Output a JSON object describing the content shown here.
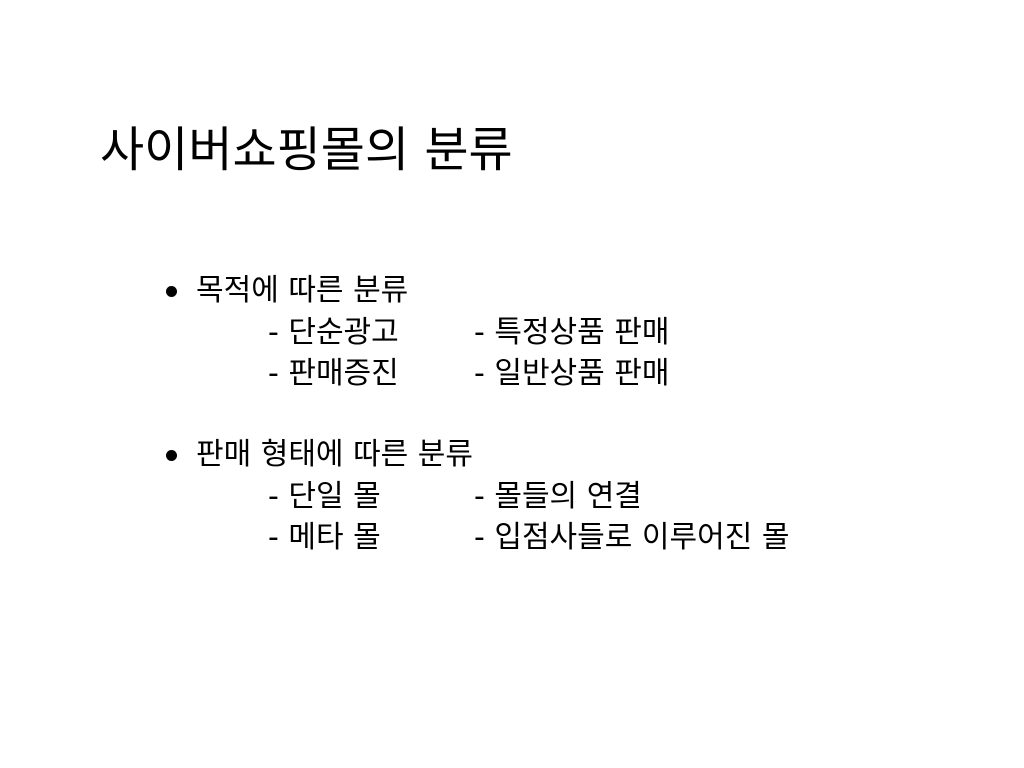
{
  "slide": {
    "title": "사이버쇼핑몰의 분류",
    "sections": [
      {
        "heading": "목적에 따른 분류",
        "rows": [
          {
            "left": "- 단순광고",
            "right": "- 특정상품 판매"
          },
          {
            "left": "- 판매증진",
            "right": "- 일반상품 판매"
          }
        ]
      },
      {
        "heading": "판매 형태에 따른 분류",
        "rows": [
          {
            "left": "- 단일 몰",
            "right": "- 몰들의 연결"
          },
          {
            "left": "- 메타 몰",
            "right": "- 입점사들로 이루어진 몰"
          }
        ]
      }
    ]
  }
}
